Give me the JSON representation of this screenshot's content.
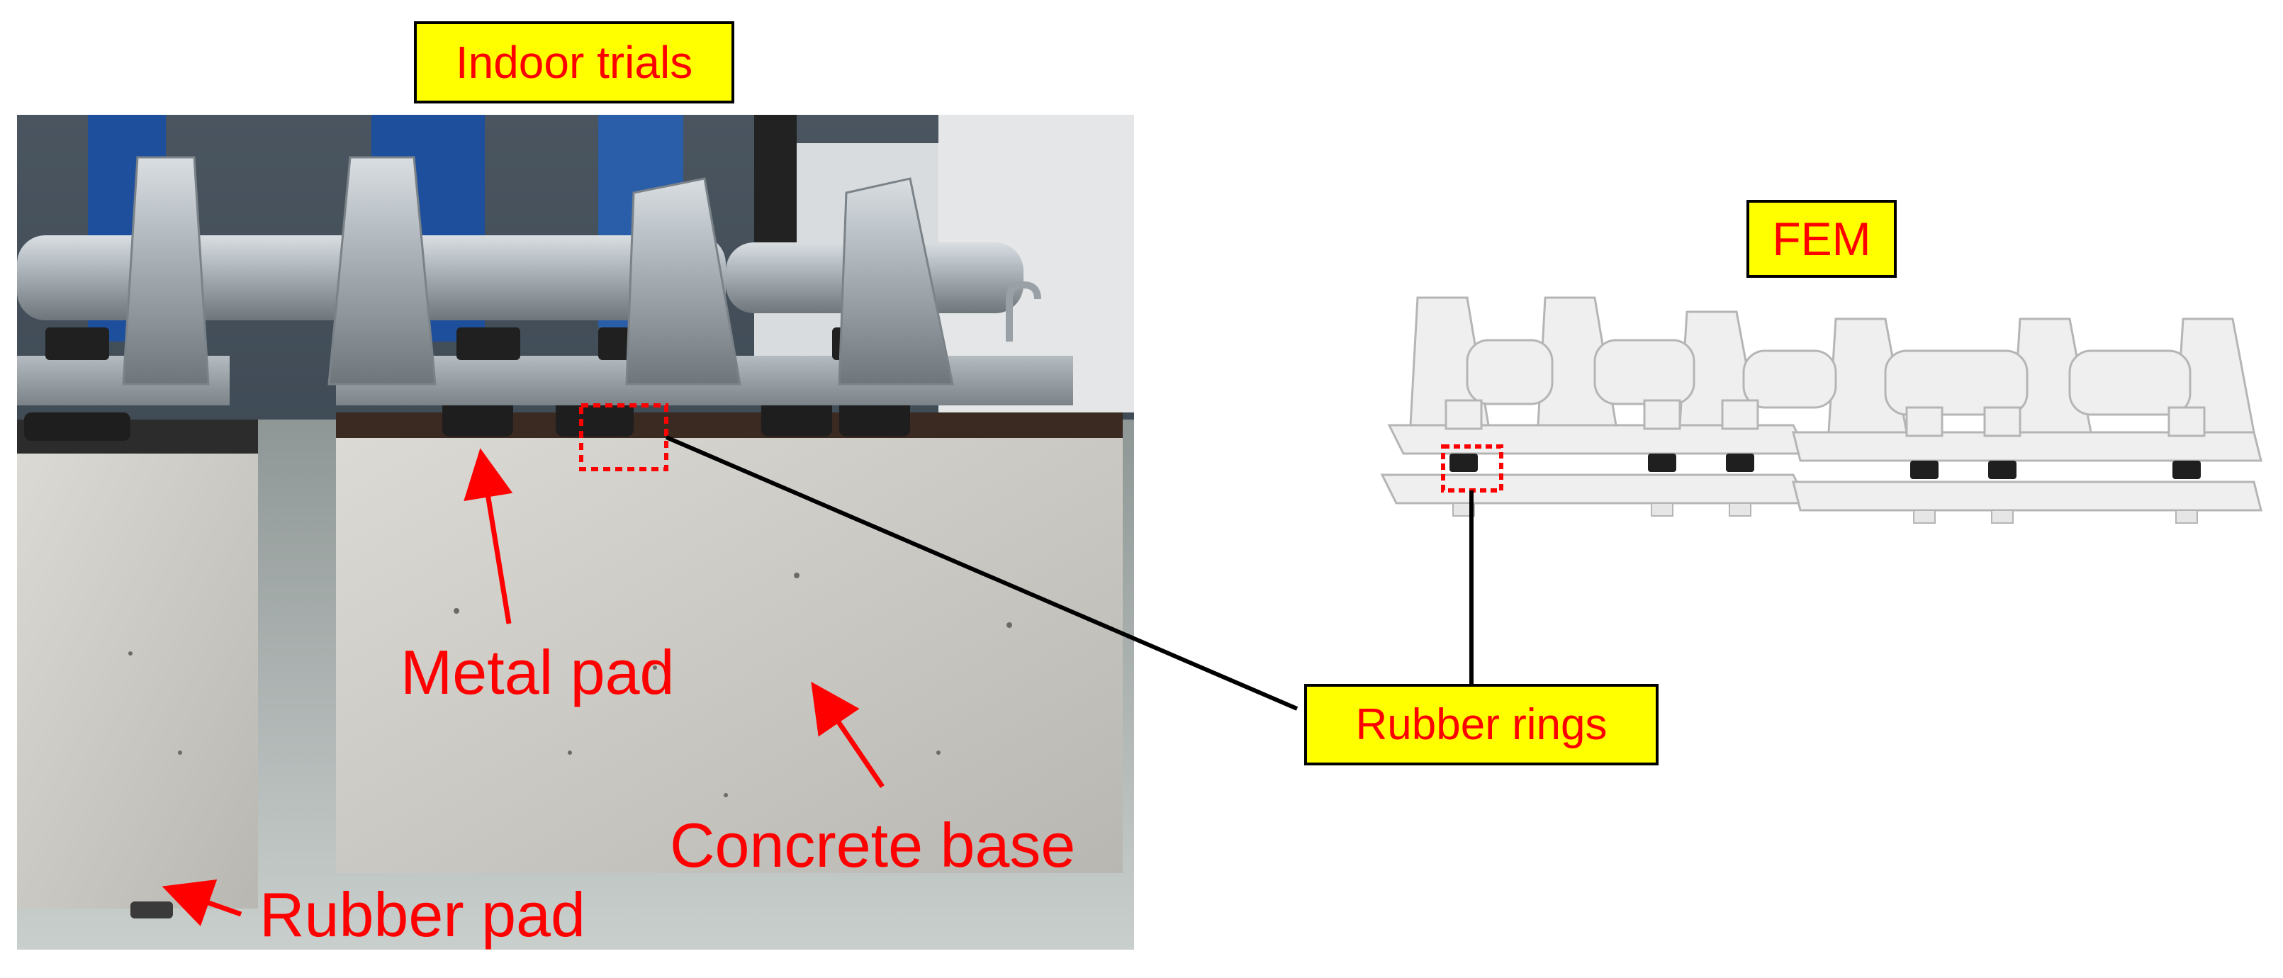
{
  "labels": {
    "indoor_trials": "Indoor trials",
    "fem": "FEM",
    "rubber_rings": "Rubber rings",
    "metal_pad": "Metal pad",
    "concrete_base": "Concrete base",
    "rubber_pad": "Rubber pad"
  },
  "colors": {
    "label_fill": "#ffff00",
    "label_text": "#ff0000",
    "annotation": "#ff0000",
    "leader_line": "#000000"
  },
  "icons": {
    "indicator_box": "dotted-rectangle-icon"
  }
}
